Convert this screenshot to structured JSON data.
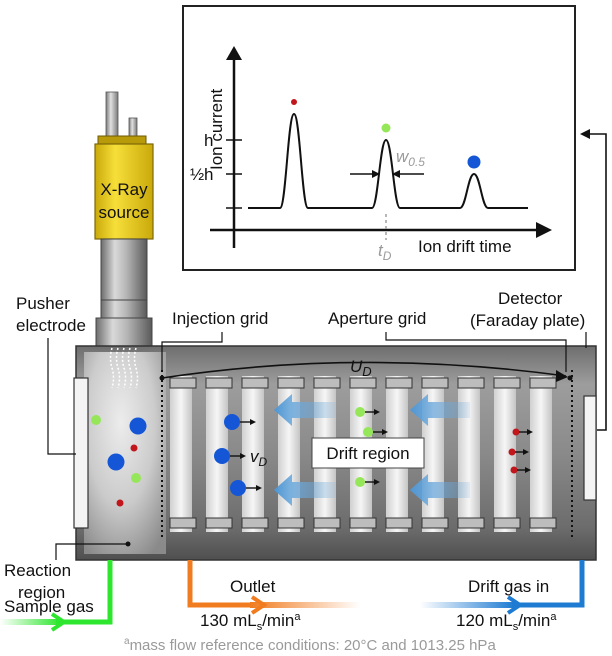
{
  "labels": {
    "xray_line1": "X-Ray",
    "xray_line2": "source",
    "pusher_line1": "Pusher",
    "pusher_line2": "electrode",
    "injection_grid": "Injection grid",
    "aperture_grid": "Aperture grid",
    "detector_line1": "Detector",
    "detector_line2": "(Faraday plate)",
    "voltage": "U",
    "voltage_sub": "D",
    "velocity": "v",
    "velocity_sub": "D",
    "drift_region": "Drift region",
    "reaction_line1": "Reaction",
    "reaction_line2": "region",
    "sample_gas": "Sample gas",
    "outlet": "Outlet",
    "outlet_flow_value": "130 mL",
    "outlet_flow_sub": "s",
    "outlet_flow_unit": "/min",
    "outlet_flow_note": "a",
    "drift_gas_in": "Drift gas in",
    "drift_flow_value": "120 mL",
    "drift_flow_sub": "s",
    "drift_flow_unit": "/min",
    "drift_flow_note": "a",
    "footnote_mark": "a",
    "footnote_text": "mass flow reference conditions: 20°C and 1013.25 hPa"
  },
  "inset": {
    "y_axis_label": "Ion current",
    "x_axis_label": "Ion drift time",
    "tick_h": "h",
    "tick_half_frac": "½",
    "tick_half_h": "h",
    "width_label": "w",
    "width_sub": "0.5",
    "time_label": "t",
    "time_sub": "D"
  },
  "colors": {
    "red_ion": "#c0161c",
    "green_ion": "#96e65a",
    "blue_ion": "#1556d6",
    "xray_yellow": "#f3d321",
    "sample_gas": "#2ee62e",
    "outlet": "#f07c1f",
    "drift_gas": "#1e7bd2",
    "flow_arrow": "#6aa8dc"
  },
  "icons": {
    "ion_flow": "arrow-left-icon",
    "ion_marker": "circle-icon"
  }
}
